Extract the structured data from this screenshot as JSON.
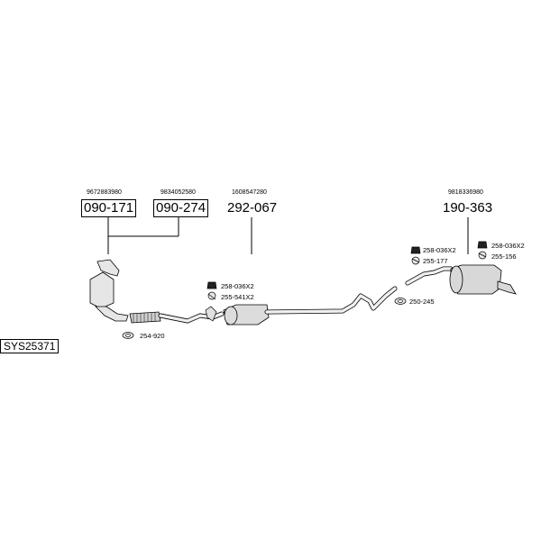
{
  "system_code": "SYS25371",
  "sections": {
    "front_pipe_a": {
      "oe_number": "9672883980",
      "part_number": "090-171"
    },
    "front_pipe_b": {
      "oe_number": "9834052580",
      "part_number": "090-274"
    },
    "center_silencer": {
      "oe_number": "1608547280",
      "part_number": "292-067"
    },
    "rear_silencer": {
      "oe_number": "9818336980",
      "part_number": "190-363"
    }
  },
  "fittings": {
    "f_254_920": "254-920",
    "f_258_036_front": "258-036X2",
    "f_255_541": "255-541X2",
    "f_258_036_mid": "258-036X2",
    "f_255_177": "255-177",
    "f_250_245": "250-245",
    "f_258_036_rear": "258-036X2",
    "f_255_156": "255-156"
  }
}
